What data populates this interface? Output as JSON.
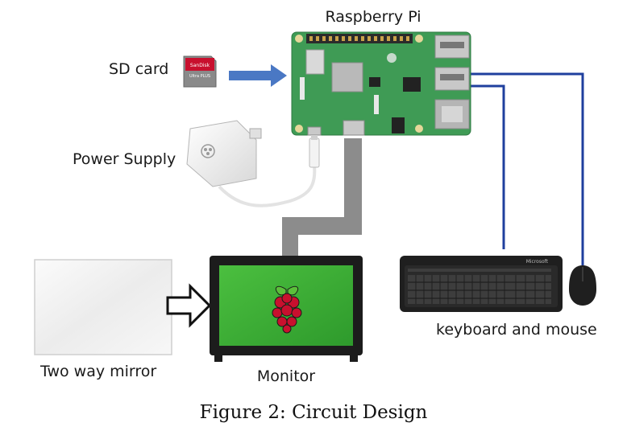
{
  "labels": {
    "raspberry_pi": "Raspberry Pi",
    "sd_card": "SD card",
    "power_supply": "Power Supply",
    "two_way_mirror": "Two way mirror",
    "monitor": "Monitor",
    "keyboard_mouse": "keyboard and mouse"
  },
  "caption": "Figure 2: Circuit Design",
  "product_text": {
    "sd_card_brand": "SanDisk",
    "sd_card_line": "Ultra PLUS",
    "keyboard_brand": "Microsoft"
  },
  "colors": {
    "pcb_green": "#3f9b55",
    "connection_blue": "#1f3f9e",
    "hdmi_cable_gray": "#8c8c8c",
    "arrow_blue": "#4a78c4",
    "screen_green": "#3fae3a",
    "raspberry_red": "#c8102e"
  },
  "icons": [
    "raspberry-pi-board",
    "sd-card-icon",
    "power-adapter-icon",
    "monitor-icon",
    "raspberry-logo-icon",
    "keyboard-icon",
    "mouse-icon",
    "mirror-panel",
    "outline-arrow-icon"
  ]
}
